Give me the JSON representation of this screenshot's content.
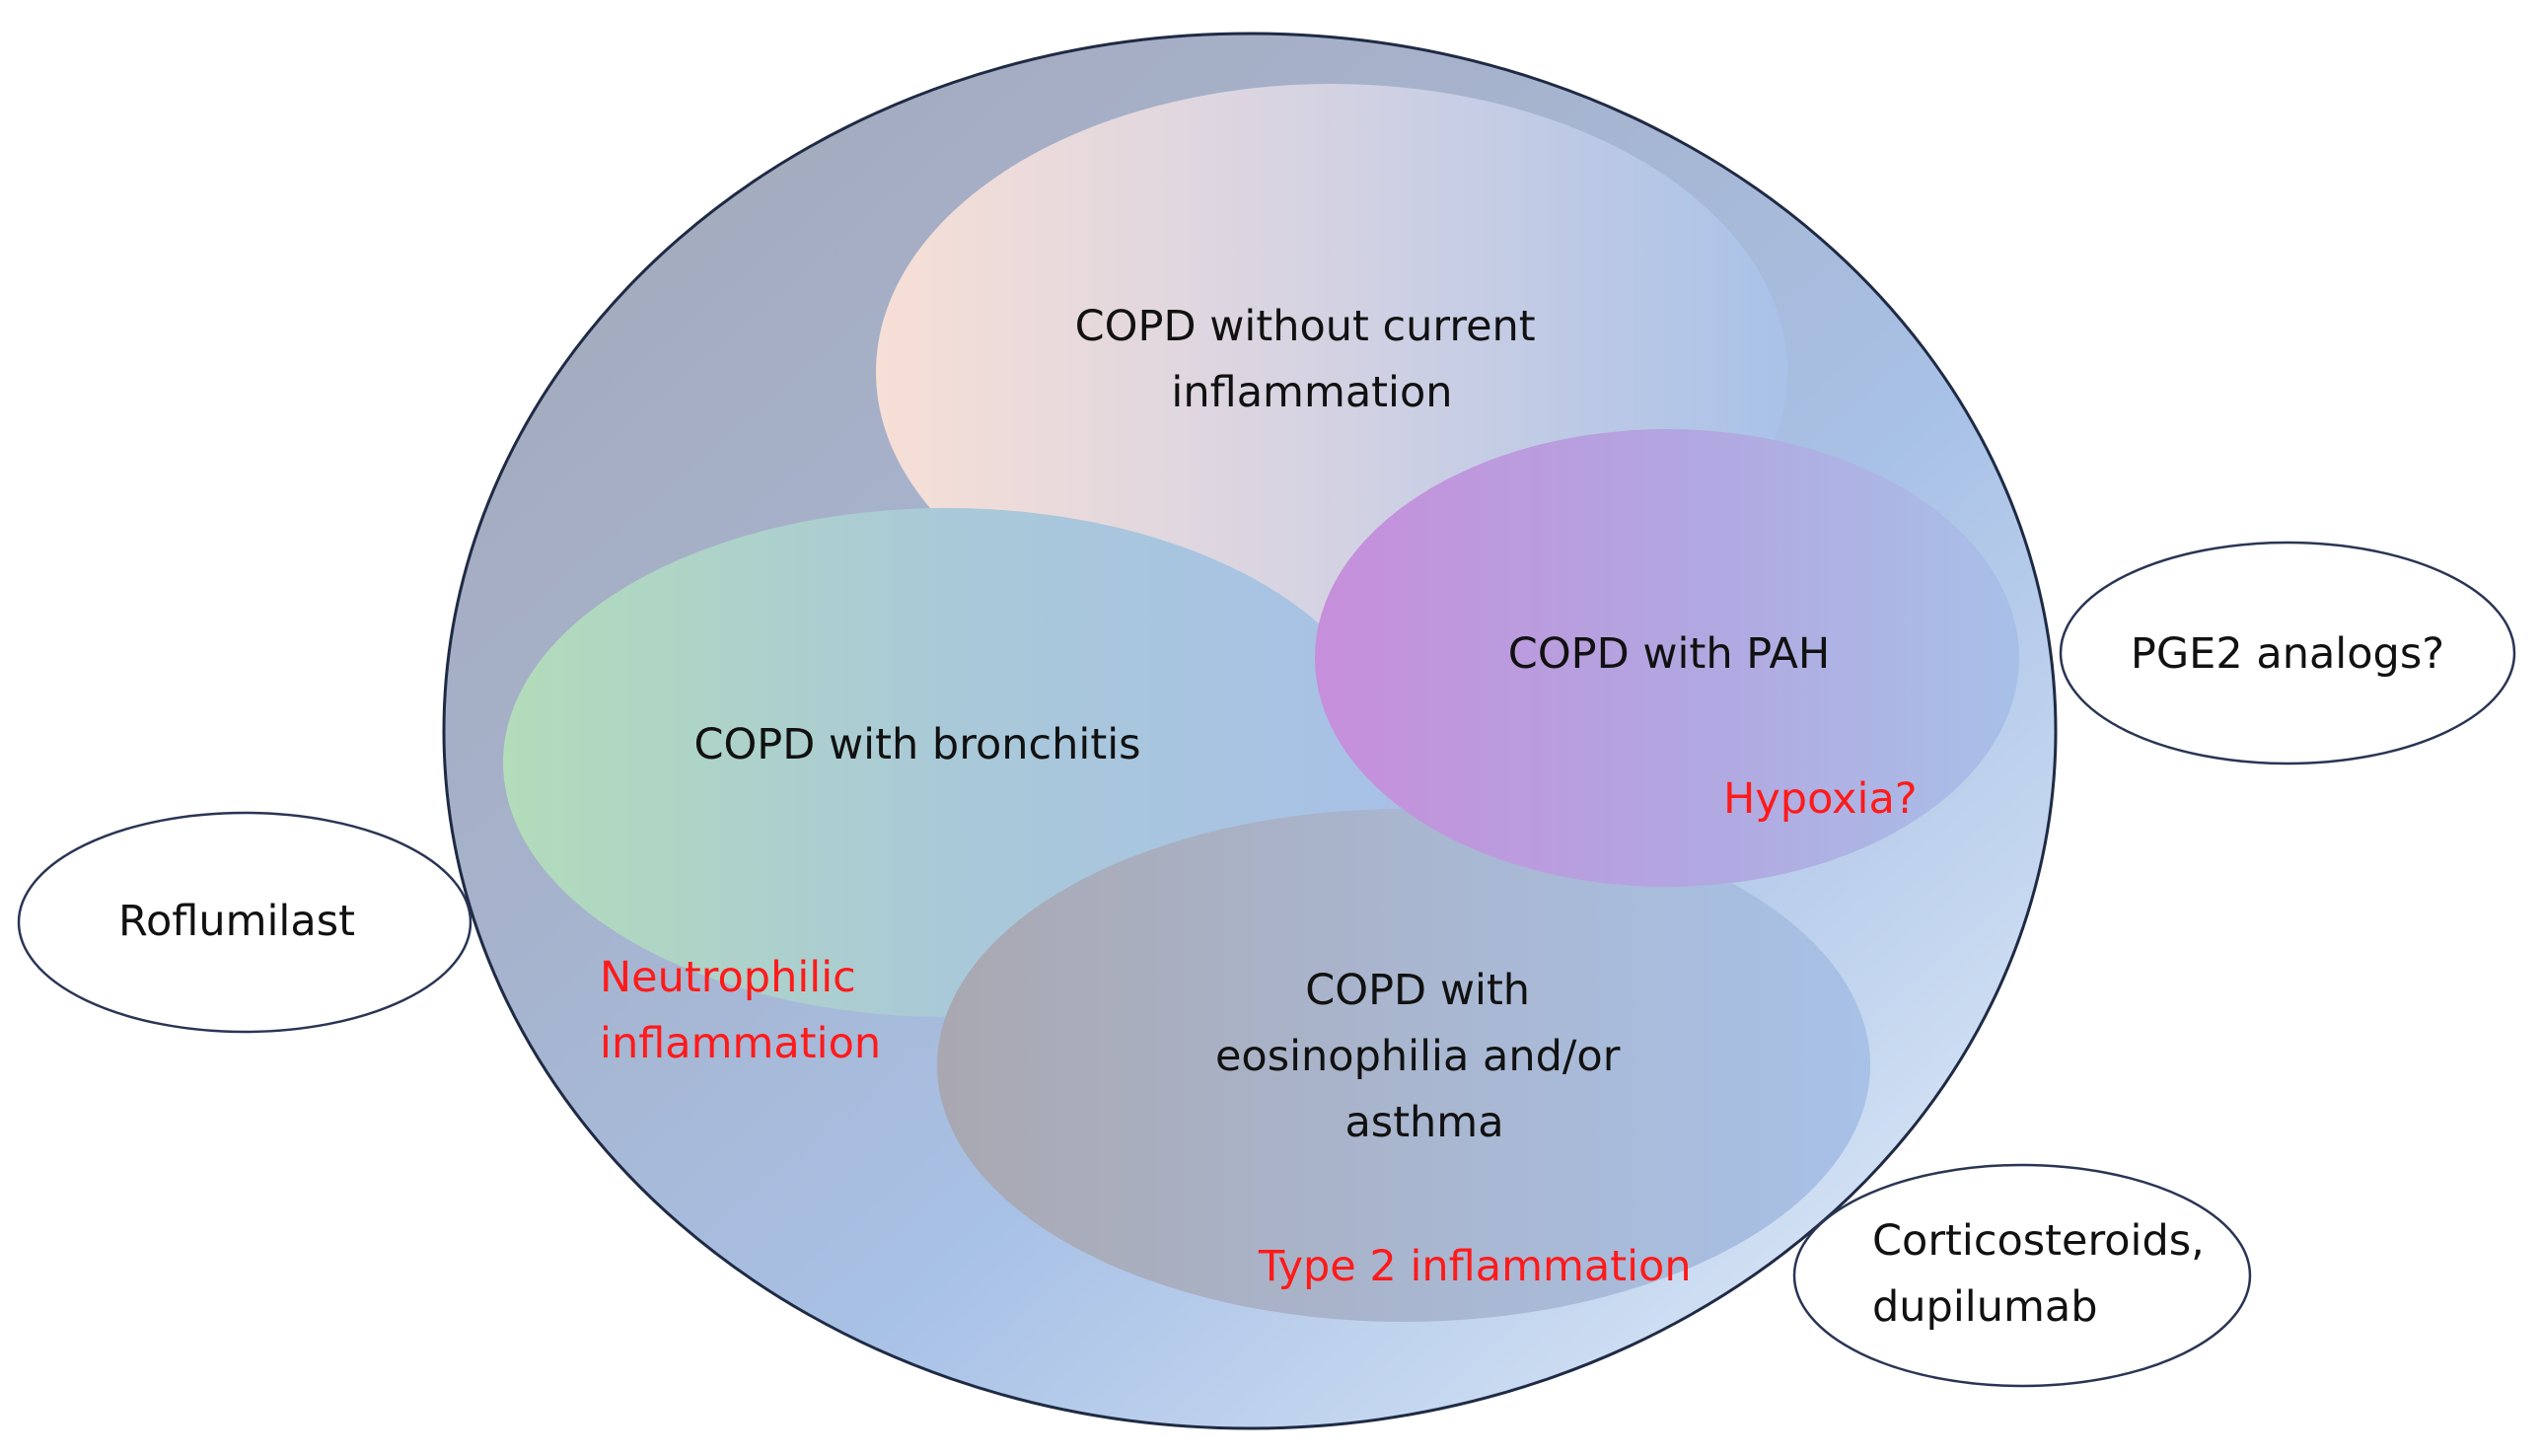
{
  "regions": {
    "no_inflammation": {
      "label_lines": [
        "COPD without current",
        "inflammation"
      ]
    },
    "bronchitis": {
      "label_lines": [
        "COPD with bronchitis"
      ],
      "mechanism_lines": [
        "Neutrophilic",
        "inflammation"
      ]
    },
    "pah": {
      "label_lines": [
        "COPD with PAH"
      ],
      "mechanism_lines": [
        "Hypoxia?"
      ]
    },
    "eosinophilia": {
      "label_lines": [
        "COPD with",
        "eosinophilia and/or",
        "asthma"
      ],
      "mechanism_lines": [
        "Type 2 inflammation"
      ]
    }
  },
  "treatments": {
    "roflumilast": {
      "label_lines": [
        "Roflumilast"
      ]
    },
    "pge2": {
      "label_lines": [
        "PGE2 analogs?"
      ]
    },
    "corticosteroids": {
      "label_lines": [
        "Corticosteroids,",
        "dupilumab"
      ]
    }
  },
  "colors": {
    "outer_circle_dark": "#a3a9b9",
    "outer_circle_mid": "#a8c0e6",
    "outer_circle_light": "#eef3fb",
    "outer_stroke": "#1f2a44",
    "no_inflammation_fill": "#f6dfd6",
    "bronchitis_fill": "#b0dcbc",
    "pah_fill": "#c890dc",
    "eosinophilia_fill": "#a9aab2",
    "region_blend": "#a8c0e6",
    "mechanism_text": "#ff1a1a",
    "label_text": "#111111"
  }
}
